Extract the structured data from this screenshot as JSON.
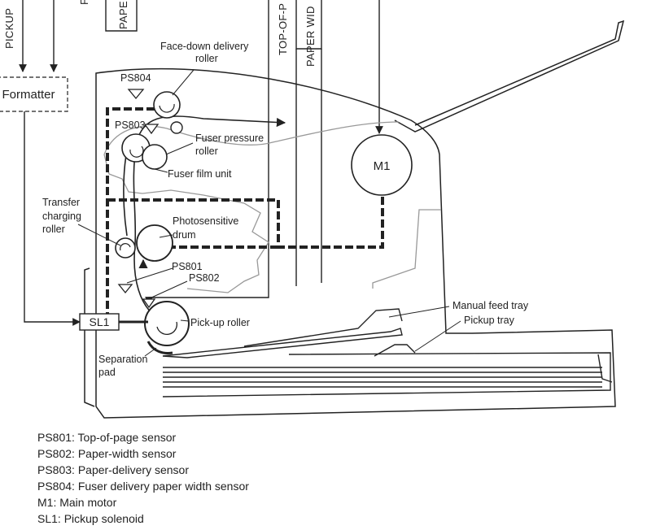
{
  "signals": {
    "pickup": "PICKUP",
    "paper_top": "PAPER",
    "top_of_page": "TOP-OF-P",
    "paper_width": "PAPER WID"
  },
  "blocks": {
    "formatter": "Formatter",
    "motor": "M1",
    "solenoid": "SL1"
  },
  "labels": {
    "ps804": "PS804",
    "ps803": "PS803",
    "ps801": "PS801",
    "ps802": "PS802",
    "face_down_1": "Face-down delivery",
    "face_down_2": "roller",
    "fuser_pressure_1": "Fuser pressure",
    "fuser_pressure_2": "roller",
    "fuser_film": "Fuser film unit",
    "transfer_1": "Transfer",
    "transfer_2": "charging",
    "transfer_3": "roller",
    "photo_1": "Photosensitive",
    "photo_2": "drum",
    "pickup_roller": "Pick-up roller",
    "separation_1": "Separation",
    "separation_2": "pad",
    "manual_feed": "Manual feed tray",
    "pickup_tray": "Pickup tray"
  },
  "legend": [
    "PS801: Top-of-page sensor",
    "PS802: Paper-width sensor",
    "PS803: Paper-delivery sensor",
    "PS804: Fuser delivery paper width sensor",
    "M1: Main motor",
    "SL1: Pickup solenoid"
  ]
}
